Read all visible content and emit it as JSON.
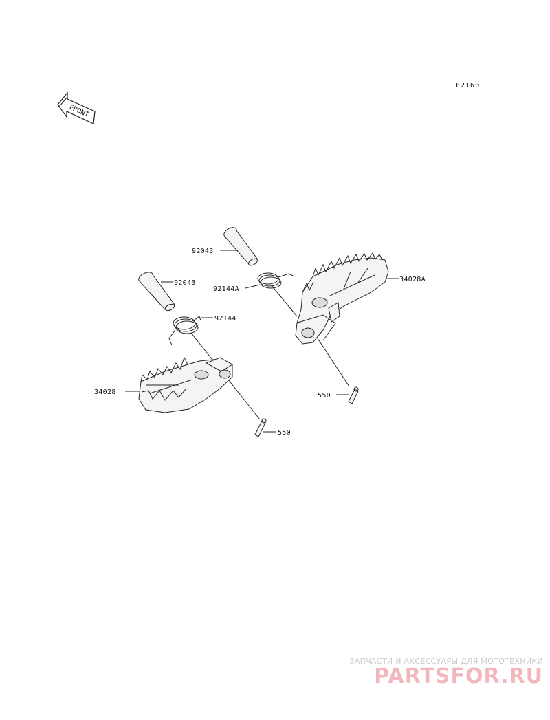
{
  "figure_code": "F2160",
  "front_marker": "FRONT",
  "parts": {
    "pin_left": "92043",
    "pin_right": "92043",
    "spring_left": "92144",
    "spring_right": "92144A",
    "footpeg_left": "34028",
    "footpeg_right": "34028A",
    "cotter_left": "550",
    "cotter_right": "550"
  },
  "watermark": {
    "subtitle": "ЗАПЧАСТИ И АКСЕССУАРЫ ДЛЯ МОТОТЕХНИКИ",
    "brand": "PARTSFOR.RU"
  },
  "colors": {
    "line": "#222222",
    "watermark_brand": "#f2b7bd",
    "watermark_sub": "#c9c9c9"
  }
}
